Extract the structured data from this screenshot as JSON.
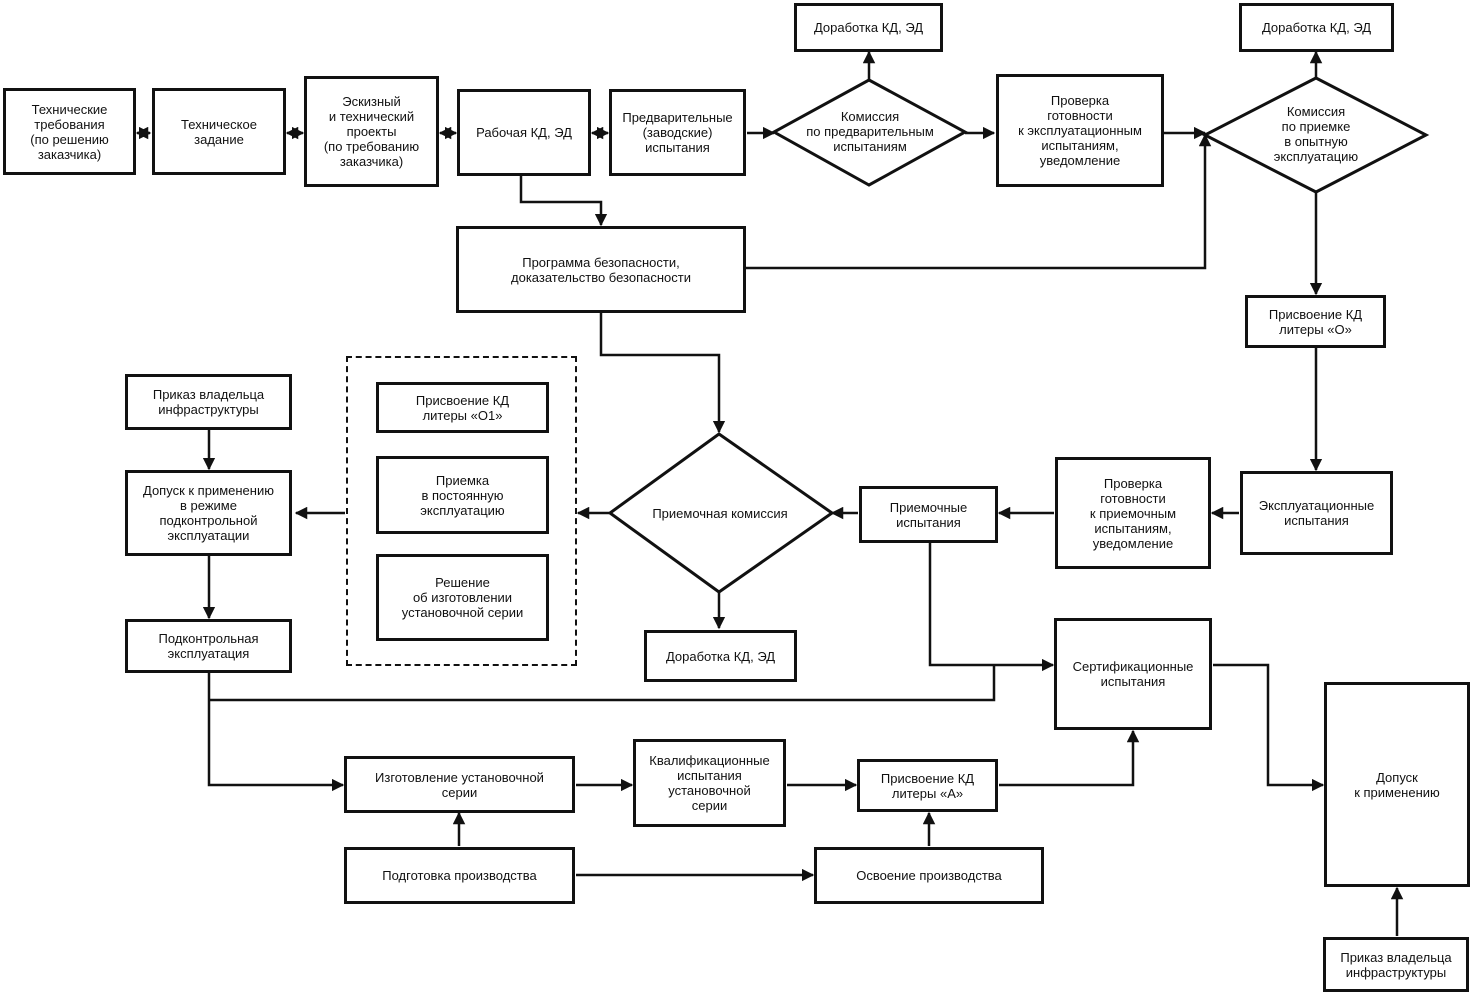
{
  "nodes": {
    "tech_requirements": "Технические\nтребования\n(по решению\nзаказчика)",
    "tech_task": "Техническое\nзадание",
    "draft_projects": "Эскизный\nи технический\nпроекты\n(по требованию\nзаказчика)",
    "working_kd": "Рабочая КД, ЭД",
    "prelim_tests": "Предварительные\n(заводские)\nиспытания",
    "commission_prelim": "Комиссия\nпо предварительным\nиспытаниям",
    "rework_kd_top1": "Доработка КД, ЭД",
    "check_ready_oper": "Проверка\nготовности\nк эксплуатационным\nиспытаниям,\nуведомление",
    "rework_kd_top2": "Доработка КД, ЭД",
    "commission_trial": "Комиссия\nпо приемке\nв опытную\nэксплуатацию",
    "safety_program": "Программа безопасности,\nдоказательство безопасности",
    "assign_o": "Присвоение КД\nлитеры «О»",
    "owner_order_left": "Приказ владельца\nинфраструктуры",
    "admission_controlled": "Допуск к применению\nв режиме\nподконтрольной\nэксплуатации",
    "controlled_operation": "Подконтрольная\nэксплуатация",
    "assign_o1": "Присвоение КД\nлитеры «О1»",
    "accept_permanent": "Приемка\nв постоянную\nэксплуатацию",
    "decision_series": "Решение\nоб изготовлении\nустановочной серии",
    "acceptance_commission": "Приемочная комиссия",
    "rework_kd_bottom": "Доработка КД, ЭД",
    "acceptance_tests": "Приемочные\nиспытания",
    "check_ready_accept": "Проверка\nготовности\nк приемочным\nиспытаниям,\nуведомление",
    "operational_tests": "Эксплуатационные\nиспытания",
    "certification_tests": "Сертификационные\nиспытания",
    "admission": "Допуск\nк применению",
    "manufacture_series": "Изготовление установочной\nсерии",
    "qualification_tests": "Квалификационные\nиспытания\nустановочной\nсерии",
    "assign_a": "Присвоение КД\nлитеры «А»",
    "production_prep": "Подготовка производства",
    "production_mastering": "Освоение производства",
    "owner_order_right": "Приказ владельца\nинфраструктуры"
  }
}
